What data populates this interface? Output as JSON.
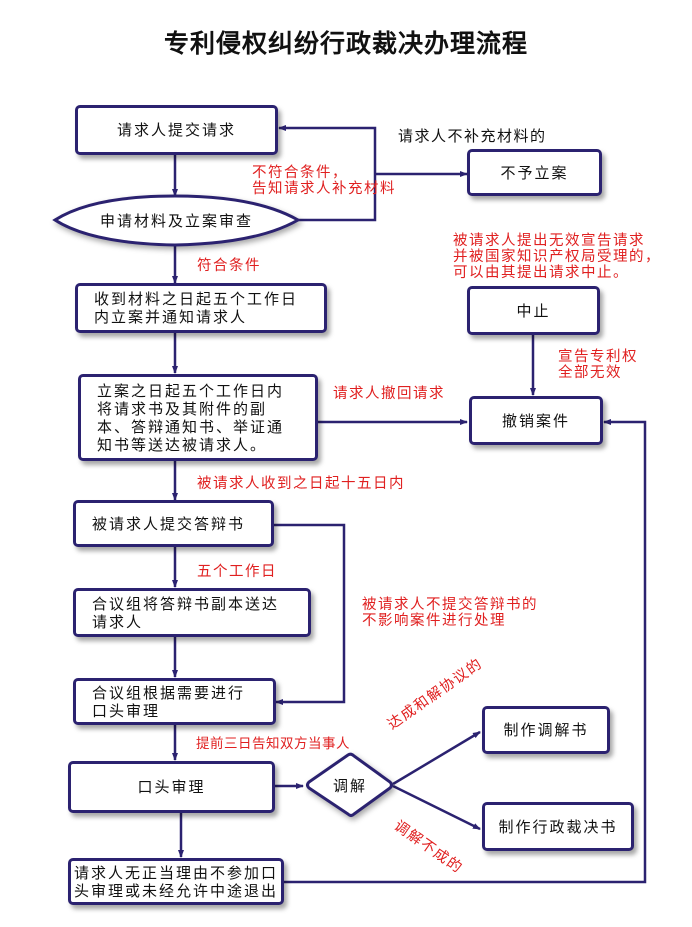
{
  "title": "专利侵权纠纷行政裁决办理流程",
  "colors": {
    "line": "#2b2270",
    "label_red": "#e02020",
    "text": "#111111"
  },
  "nodes": {
    "submit_request": "请求人提交请求",
    "review": "申请材料及立案审查",
    "no_case": "不予立案",
    "accept_notify": [
      "收到材料之日起五个工作日",
      "内立案并通知请求人"
    ],
    "serve_docs": [
      "立案之日起五个工作日内",
      "将请求书及其附件的副",
      "本、答辩通知书、举证通",
      "知书等送达被请求人。"
    ],
    "suspend": "中止",
    "withdraw_case": "撤销案件",
    "submit_defense": "被请求人提交答辩书",
    "send_defense": [
      "合议组将答辩书副本送达",
      "请求人"
    ],
    "oral_needed": [
      "合议组根据需要进行",
      "口头审理"
    ],
    "oral_hearing": "口头审理",
    "mediation": "调解",
    "mediation_doc": "制作调解书",
    "ruling_doc": "制作行政裁决书",
    "quit": [
      "请求人无正当理由不参加口",
      "头审理或未经允许中途退出"
    ]
  },
  "labels": {
    "not_qualified": [
      "不符合条件，",
      "告知请求人补充材料"
    ],
    "no_supplement": "请求人不补充材料的",
    "invalidation": [
      "被请求人提出无效宣告请求",
      "并被国家知识产权局受理的，",
      "可以由其提出请求中止。"
    ],
    "qualified": "符合条件",
    "declared_invalid": [
      "宣告专利权",
      "全部无效"
    ],
    "withdraw": "请求人撤回请求",
    "within_15_days": "被请求人收到之日起十五日内",
    "five_workdays": "五个工作日",
    "no_defense": [
      "被请求人不提交答辩书的",
      "不影响案件进行处理"
    ],
    "notify_3_days": "提前三日告知双方当事人",
    "agreement_reached": "达成和解协议的",
    "mediation_failed": "调解不成的"
  }
}
